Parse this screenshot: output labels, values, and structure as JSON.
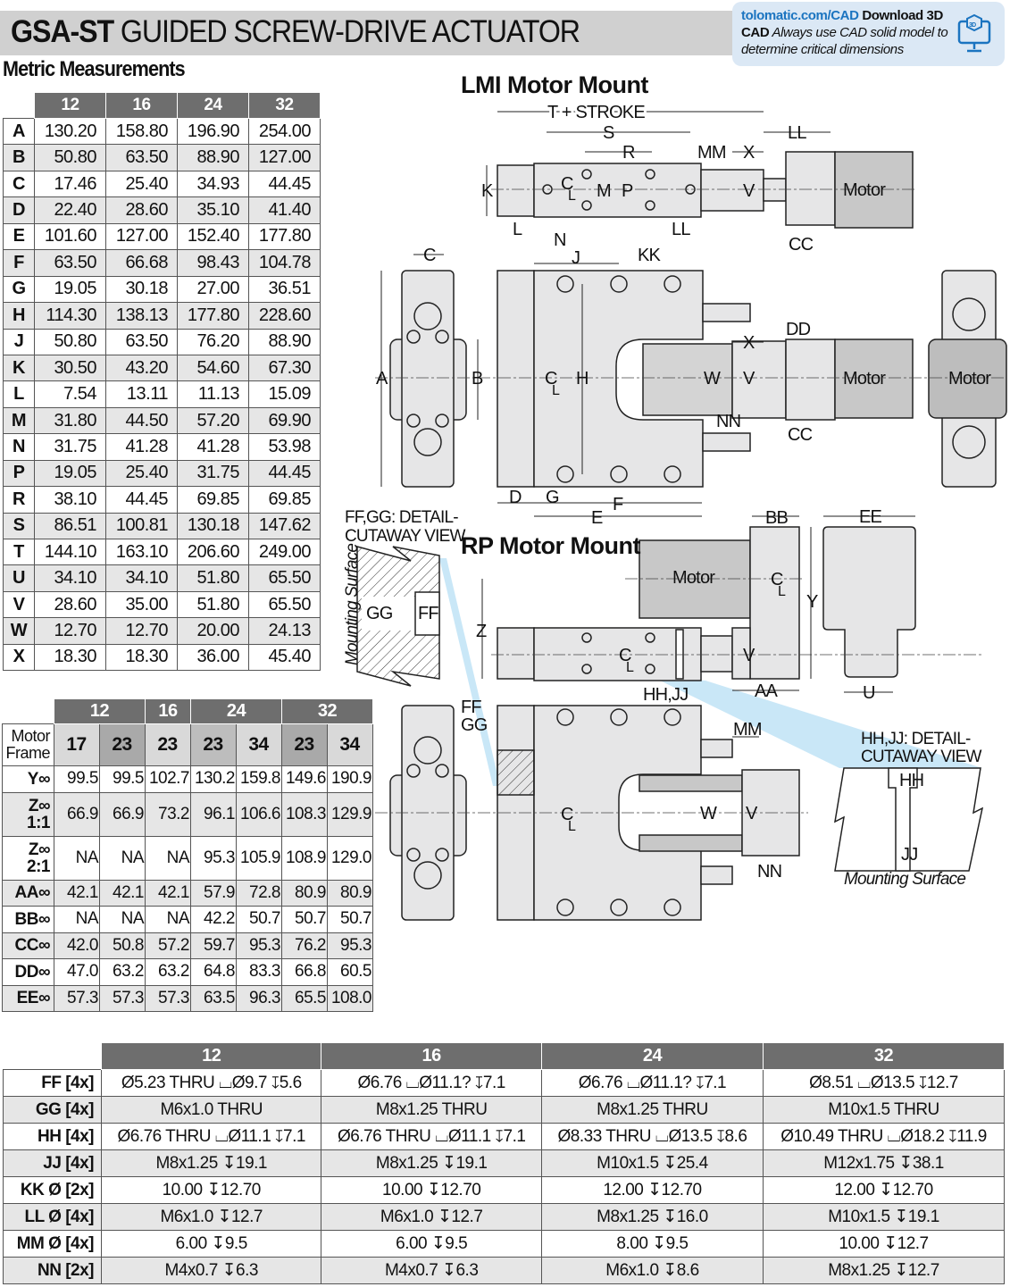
{
  "header": {
    "title_bold": "GSA-ST",
    "title_rest": " GUIDED SCREW-DRIVE ACTUATOR"
  },
  "cad": {
    "link": "tolomatic.com/CAD",
    "download": " Download 3D CAD",
    "note": " Always use CAD solid model to determine critical dimensions",
    "icon": "3d-monitor-icon"
  },
  "metric": {
    "heading": "Metric Measurements",
    "columns": [
      "12",
      "16",
      "24",
      "32"
    ],
    "rows": [
      {
        "label": "A",
        "values": [
          "130.20",
          "158.80",
          "196.90",
          "254.00"
        ]
      },
      {
        "label": "B",
        "values": [
          "50.80",
          "63.50",
          "88.90",
          "127.00"
        ]
      },
      {
        "label": "C",
        "values": [
          "17.46",
          "25.40",
          "34.93",
          "44.45"
        ]
      },
      {
        "label": "D",
        "values": [
          "22.40",
          "28.60",
          "35.10",
          "41.40"
        ]
      },
      {
        "label": "E",
        "values": [
          "101.60",
          "127.00",
          "152.40",
          "177.80"
        ]
      },
      {
        "label": "F",
        "values": [
          "63.50",
          "66.68",
          "98.43",
          "104.78"
        ]
      },
      {
        "label": "G",
        "values": [
          "19.05",
          "30.18",
          "27.00",
          "36.51"
        ]
      },
      {
        "label": "H",
        "values": [
          "114.30",
          "138.13",
          "177.80",
          "228.60"
        ]
      },
      {
        "label": "J",
        "values": [
          "50.80",
          "63.50",
          "76.20",
          "88.90"
        ]
      },
      {
        "label": "K",
        "values": [
          "30.50",
          "43.20",
          "54.60",
          "67.30"
        ]
      },
      {
        "label": "L",
        "values": [
          "7.54",
          "13.11",
          "11.13",
          "15.09"
        ]
      },
      {
        "label": "M",
        "values": [
          "31.80",
          "44.50",
          "57.20",
          "69.90"
        ]
      },
      {
        "label": "N",
        "values": [
          "31.75",
          "41.28",
          "41.28",
          "53.98"
        ]
      },
      {
        "label": "P",
        "values": [
          "19.05",
          "25.40",
          "31.75",
          "44.45"
        ]
      },
      {
        "label": "R",
        "values": [
          "38.10",
          "44.45",
          "69.85",
          "69.85"
        ]
      },
      {
        "label": "S",
        "values": [
          "86.51",
          "100.81",
          "130.18",
          "147.62"
        ]
      },
      {
        "label": "T",
        "values": [
          "144.10",
          "163.10",
          "206.60",
          "249.00"
        ]
      },
      {
        "label": "U",
        "values": [
          "34.10",
          "34.10",
          "51.80",
          "65.50"
        ]
      },
      {
        "label": "V",
        "values": [
          "28.60",
          "35.00",
          "51.80",
          "65.50"
        ]
      },
      {
        "label": "W",
        "values": [
          "12.70",
          "12.70",
          "20.00",
          "24.13"
        ]
      },
      {
        "label": "X",
        "values": [
          "18.30",
          "18.30",
          "36.00",
          "45.40"
        ]
      }
    ]
  },
  "motor_table": {
    "groups": [
      "12",
      "16",
      "24",
      "32"
    ],
    "frame_label": "Motor Frame",
    "frames": [
      "17",
      "23",
      "23",
      "23",
      "34",
      "23",
      "34"
    ],
    "rows": [
      {
        "label": "Y∞",
        "values": [
          "99.5",
          "99.5",
          "102.7",
          "130.2",
          "159.8",
          "149.6",
          "190.9"
        ]
      },
      {
        "label": "Z∞ 1:1",
        "values": [
          "66.9",
          "66.9",
          "73.2",
          "96.1",
          "106.6",
          "108.3",
          "129.9"
        ]
      },
      {
        "label": "Z∞ 2:1",
        "values": [
          "NA",
          "NA",
          "NA",
          "95.3",
          "105.9",
          "108.9",
          "129.0"
        ]
      },
      {
        "label": "AA∞",
        "values": [
          "42.1",
          "42.1",
          "42.1",
          "57.9",
          "72.8",
          "80.9",
          "80.9"
        ]
      },
      {
        "label": "BB∞",
        "values": [
          "NA",
          "NA",
          "NA",
          "42.2",
          "50.7",
          "50.7",
          "50.7"
        ]
      },
      {
        "label": "CC∞",
        "values": [
          "42.0",
          "50.8",
          "57.2",
          "59.7",
          "95.3",
          "76.2",
          "95.3"
        ]
      },
      {
        "label": "DD∞",
        "values": [
          "47.0",
          "63.2",
          "63.2",
          "64.8",
          "83.3",
          "66.8",
          "60.5"
        ]
      },
      {
        "label": "EE∞",
        "values": [
          "57.3",
          "57.3",
          "57.3",
          "63.5",
          "96.3",
          "65.5",
          "108.0"
        ]
      }
    ]
  },
  "hole_table": {
    "columns": [
      "12",
      "16",
      "24",
      "32"
    ],
    "rows": [
      {
        "label": "FF [4x]",
        "values": [
          "Ø5.23 THRU ⌴Ø9.7 ↧5.6",
          "Ø6.76 ⌴Ø11.1? ↧7.1",
          "Ø6.76 ⌴Ø11.1? ↧7.1",
          "Ø8.51 ⌴Ø13.5 ↧12.7"
        ]
      },
      {
        "label": "GG [4x]",
        "values": [
          "M6x1.0 THRU",
          "M8x1.25 THRU",
          "M8x1.25 THRU",
          "M10x1.5 THRU"
        ]
      },
      {
        "label": "HH [4x]",
        "values": [
          "Ø6.76 THRU ⌴Ø11.1 ↧7.1",
          "Ø6.76 THRU ⌴Ø11.1 ↧7.1",
          "Ø8.33 THRU ⌴Ø13.5 ↧8.6",
          "Ø10.49 THRU ⌴Ø18.2 ↧11.9"
        ]
      },
      {
        "label": "JJ [4x]",
        "values": [
          "M8x1.25 ↧19.1",
          "M8x1.25 ↧19.1",
          "M10x1.5 ↧25.4",
          "M12x1.75 ↧38.1"
        ]
      },
      {
        "label": "KK Ø [2x]",
        "values": [
          "10.00 ↧12.70",
          "10.00 ↧12.70",
          "12.00 ↧12.70",
          "12.00 ↧12.70"
        ]
      },
      {
        "label": "LL Ø [4x]",
        "values": [
          "M6x1.0 ↧12.7",
          "M6x1.0 ↧12.7",
          "M8x1.25 ↧16.0",
          "M10x1.5 ↧19.1"
        ]
      },
      {
        "label": "MM Ø [4x]",
        "values": [
          "6.00 ↧9.5",
          "6.00 ↧9.5",
          "8.00 ↧9.5",
          "10.00 ↧12.7"
        ]
      },
      {
        "label": "NN [2x]",
        "values": [
          "M4x0.7 ↧6.3",
          "M4x0.7 ↧6.3",
          "M6x1.0 ↧8.6",
          "M8x1.25 ↧12.7"
        ]
      }
    ]
  },
  "drawings": {
    "lmi_title": "LMI Motor Mount",
    "rp_title": "RP Motor Mount",
    "motor": "Motor",
    "cl": "C",
    "cl_sub": "L",
    "ffgg_detail_1": "FF,GG: DETAIL-",
    "ffgg_detail_2": "CUTAWAY VIEW",
    "hhjj_detail_1": "HH,JJ: DETAIL-",
    "hhjj_detail_2": "CUTAWAY VIEW",
    "mounting_surface": "Mounting Surface",
    "dims": {
      "t_stroke": "T + STROKE",
      "s": "S",
      "r": "R",
      "mm": "MM",
      "x": "X",
      "ll": "LL",
      "k": "K",
      "m": "M",
      "p": "P",
      "v": "V",
      "l": "L",
      "n": "N",
      "cc": "CC",
      "c": "C",
      "j": "J",
      "kk": "KK",
      "a": "A",
      "b": "B",
      "h": "H",
      "w": "W",
      "dd": "DD",
      "nn": "NN",
      "d": "D",
      "g": "G",
      "f": "F",
      "e": "E",
      "bb": "BB",
      "ee": "EE",
      "y": "Y",
      "z": "Z",
      "aa": "AA",
      "u": "U",
      "hhjj": "HH,JJ",
      "ff": "FF",
      "gg": "GG",
      "hh": "HH",
      "jj": "JJ"
    }
  }
}
